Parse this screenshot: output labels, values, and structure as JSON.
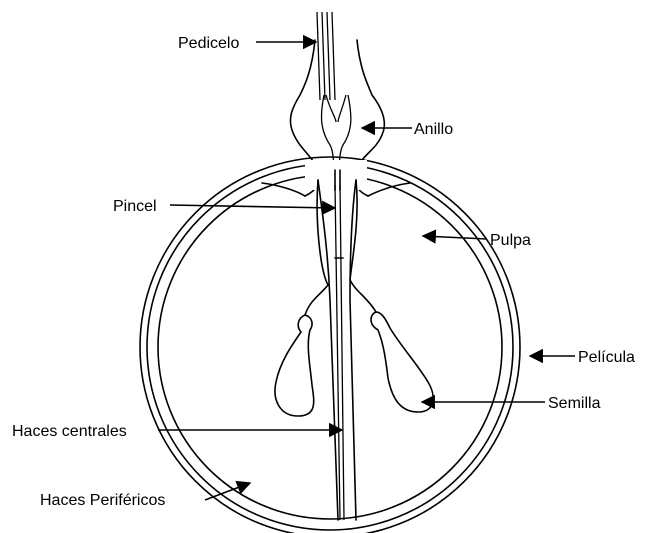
{
  "labels": {
    "pedicelo": "Pedicelo",
    "anillo": "Anillo",
    "pincel": "Pincel",
    "pulpa": "Pulpa",
    "pelicula": "Película",
    "semilla": "Semilla",
    "haces_centrales": "Haces centrales",
    "haces_perifericos": "Haces Periféricos"
  }
}
